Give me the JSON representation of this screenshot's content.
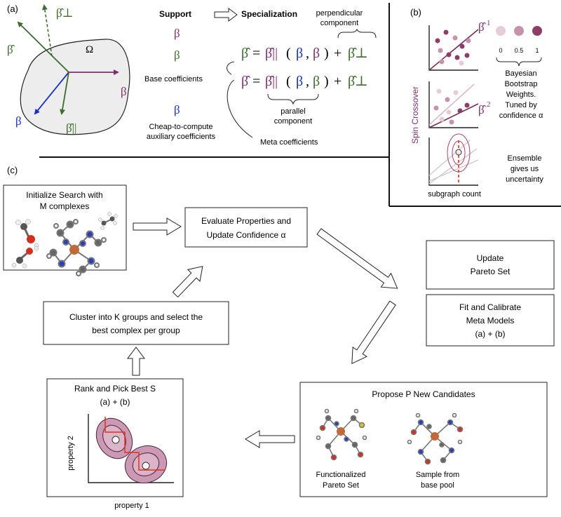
{
  "colors": {
    "green": "#3d6b2a",
    "purple": "#7b2f6f",
    "blue": "#1530c8",
    "blob_fill": "#ededed",
    "light_pink": "#e6cbd9",
    "mid_pink": "#c692ad",
    "dark_pink": "#8e3e66",
    "ellipse_pink": "#cc99b5",
    "pareto_red": "#e0301e"
  },
  "panel_a": {
    "label": "(a)",
    "omega": "Ω",
    "beta_hat": "β̂",
    "beta_perp": "β̂⊥",
    "beta_par": "β̂||",
    "beta": "β",
    "support": "Support",
    "specialization": "Specialization",
    "beta_purple": "β",
    "beta_green": "β",
    "beta_blue": "β",
    "base_coefficients": "Base coefficients",
    "cheap_line1": "Cheap-to-compute",
    "cheap_line2": "auxiliary coefficients",
    "perp_line1": "perpendicular",
    "perp_line2": "component",
    "eq_beta_hat": "β̂",
    "eq_equals": "=",
    "eq_beta_par": "β̂||",
    "eq_open": "(",
    "eq_b1": "β",
    "eq_comma": ",",
    "eq_b2": "β",
    "eq_close": ")",
    "eq_plus": "+",
    "eq_beta_perp": "β̂⊥",
    "parallel_line1": "parallel",
    "parallel_line2": "component",
    "meta_coefficients": "Meta coefficients"
  },
  "panel_b": {
    "label": "(b)",
    "ylabel": "Spin Crossover",
    "xlabel": "subgraph count",
    "beta1": "β̂",
    "beta1_sup": "1",
    "beta2": "β̂",
    "beta2_sup": "2",
    "weight_ticks": [
      "0",
      "0.5",
      "1"
    ],
    "weights_lines": [
      "Bayesian",
      "Bootstrap",
      "Weights.",
      "Tuned by",
      "confidence α"
    ],
    "ensemble_lines": [
      "Ensemble",
      "gives us",
      "uncertainty"
    ]
  },
  "panel_c": {
    "label": "(c)",
    "init_line1": "Initialize Search with",
    "init_line2": "M complexes",
    "evaluate_line1": "Evaluate Properties and",
    "evaluate_line2": "Update Confidence α",
    "update_line1": "Update",
    "update_line2": "Pareto Set",
    "fit_line1": "Fit and Calibrate",
    "fit_line2": "Meta Models",
    "fit_line3": "(a) + (b)",
    "cluster_line1": "Cluster into K groups and select the",
    "cluster_line2": "best complex per group",
    "rank_line1": "Rank and Pick Best S",
    "rank_line2": "(a) + (b)",
    "rank_xlabel": "property 1",
    "rank_ylabel": "property 2",
    "propose_title": "Propose P New Candidates",
    "functionalized_line1": "Functionalized",
    "functionalized_line2": "Pareto Set",
    "sample_line1": "Sample from",
    "sample_line2": "base pool"
  }
}
